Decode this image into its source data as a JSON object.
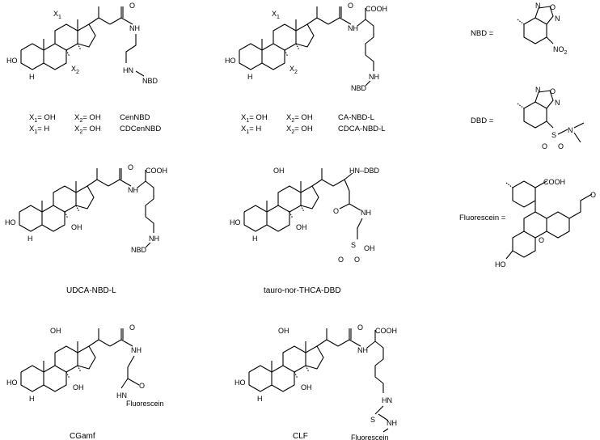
{
  "figure": {
    "compounds": [
      {
        "name_id": "cennbd",
        "caption": "CenNBD",
        "subst": "X1 = OH X2 = OH"
      },
      {
        "name_id": "cdcennbd",
        "caption": "CDCenNBD",
        "subst": "X1 = H X2 = OH"
      },
      {
        "name_id": "ca-nbd-l",
        "caption": "CA-NBD-L",
        "subst": "X1 = OH X2 = OH"
      },
      {
        "name_id": "cdca-nbd-l",
        "caption": "CDCA-NBD-L",
        "subst": "X1 = H X2 = OH"
      },
      {
        "name_id": "udca-nbd-l",
        "caption": "UDCA-NBD-L"
      },
      {
        "name_id": "tauro-nor-thca-dbd",
        "caption": "tauro-nor-THCA-DBD"
      },
      {
        "name_id": "cgamf",
        "caption": "CGamf"
      },
      {
        "name_id": "clf",
        "caption": "CLF"
      }
    ],
    "legend": {
      "nbd": "NBD =",
      "dbd": "DBD =",
      "fluorescein": "Fluorescein ="
    },
    "substituent_table": {
      "x1_oh": "X",
      "x1_h": "X",
      "x2": "X",
      "eq_oh": "= OH",
      "eq_h": "= H",
      "one": "1",
      "two": "2"
    },
    "atoms": {
      "HO": "HO",
      "H": "H",
      "OH": "OH",
      "O": "O",
      "N": "N",
      "NH": "NH",
      "HN": "HN",
      "COOH": "COOH",
      "NBD": "NBD",
      "NO2": "NO",
      "two": "2",
      "S": "S",
      "X": "X",
      "HN_DBD": "HN",
      "DBD": "DBD",
      "Fluorescein": "Fluorescein"
    }
  }
}
